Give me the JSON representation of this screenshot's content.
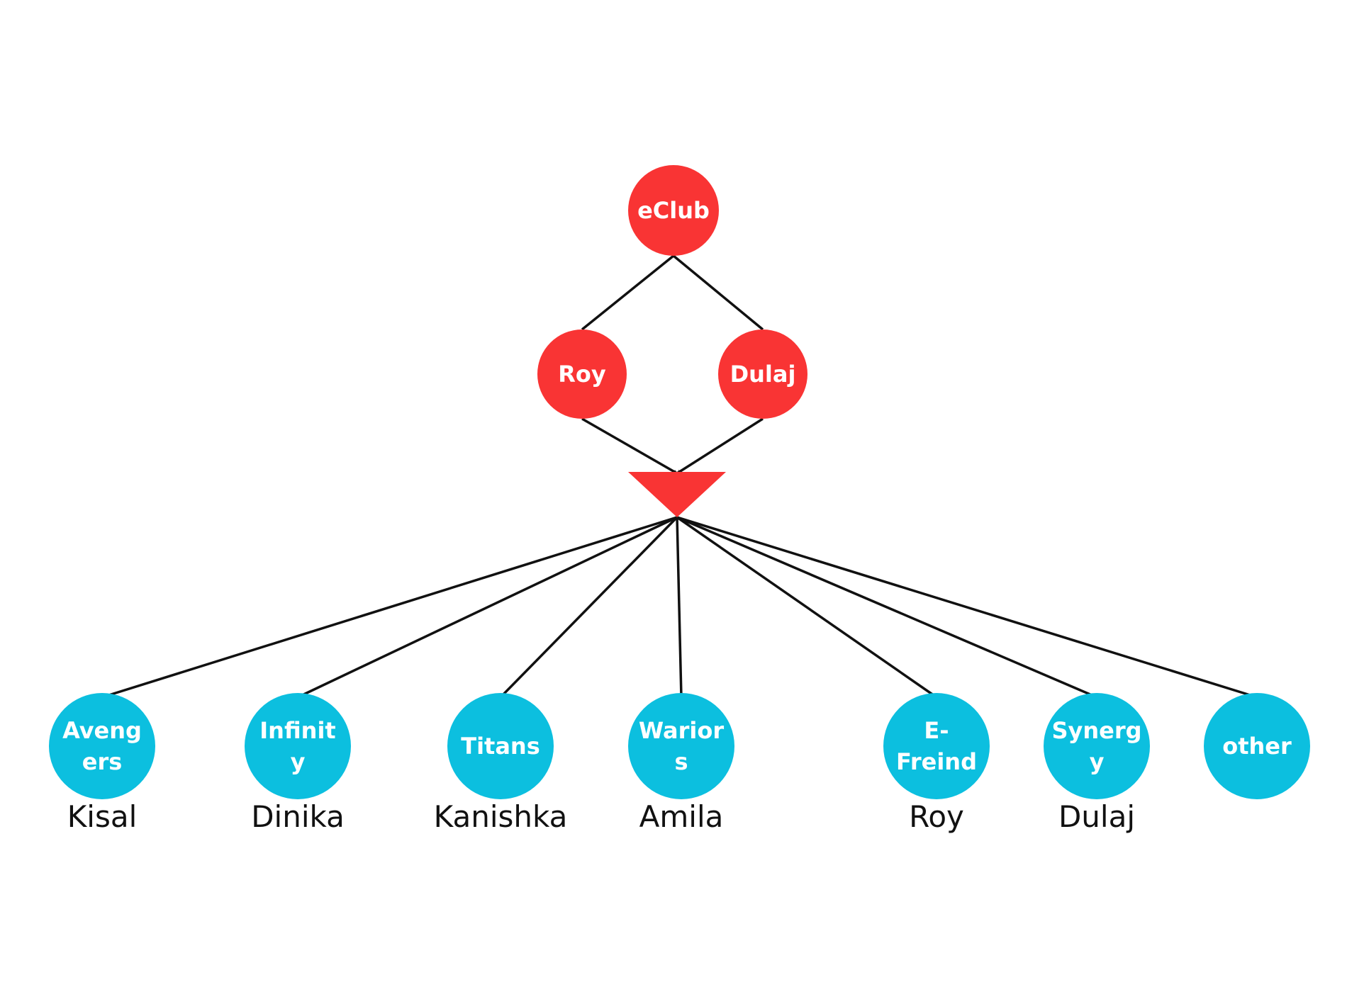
{
  "colors": {
    "top_node": "#f93434",
    "team_node": "#0cbfdf",
    "edge": "#111111",
    "label": "#111111",
    "background": "#ffffff"
  },
  "root": {
    "label": "eClub"
  },
  "leaders": [
    {
      "id": "roy",
      "label": "Roy"
    },
    {
      "id": "dulaj",
      "label": "Dulaj"
    }
  ],
  "merge": {
    "shape": "down-triangle"
  },
  "teams": [
    {
      "id": "avengers",
      "lines": [
        "Aveng",
        "ers"
      ],
      "member": "Kisal"
    },
    {
      "id": "infinity",
      "lines": [
        "Infinit",
        "y"
      ],
      "member": "Dinika"
    },
    {
      "id": "titans",
      "lines": [
        "Titans"
      ],
      "member": "Kanishka"
    },
    {
      "id": "wariors",
      "lines": [
        "Warior",
        "s"
      ],
      "member": "Amila"
    },
    {
      "id": "e-freind",
      "lines": [
        "E-",
        "Freind"
      ],
      "member": "Roy"
    },
    {
      "id": "synergy",
      "lines": [
        "Synerg",
        "y"
      ],
      "member": "Dulaj"
    },
    {
      "id": "other",
      "lines": [
        "other"
      ],
      "member": ""
    }
  ]
}
